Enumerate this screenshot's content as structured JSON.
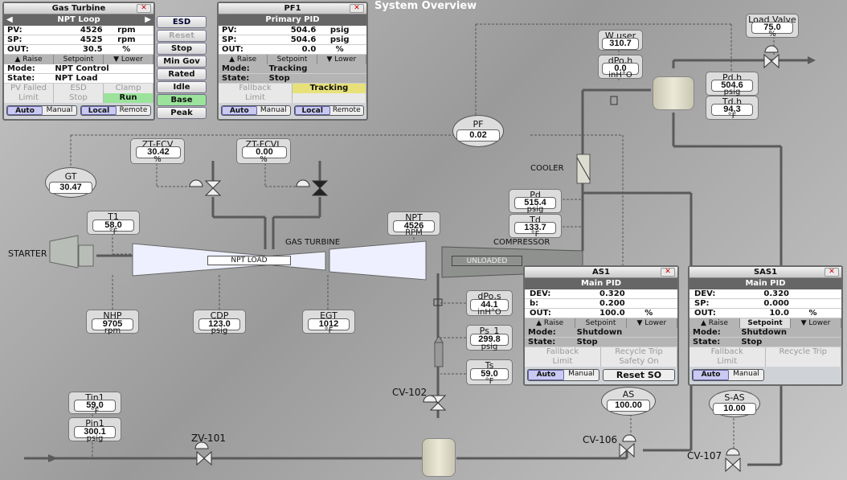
{
  "window_title": "System Overview",
  "gas_turbine_panel": {
    "title": "Gas Turbine",
    "loop": "NPT Loop",
    "pv_label": "PV:",
    "pv": "4526",
    "pv_unit": "rpm",
    "sp_label": "SP:",
    "sp": "4525",
    "sp_unit": "rpm",
    "out_label": "OUT:",
    "out": "30.5",
    "out_unit": "%",
    "raise": "Raise",
    "setpoint": "Setpoint",
    "lower": "Lower",
    "mode_label": "Mode:",
    "mode": "NPT Control",
    "state_label": "State:",
    "state": "NPT Load",
    "pv_failed": "PV Failed",
    "esd": "ESD",
    "clamp": "Clamp",
    "limit": "Limit",
    "stop": "Stop",
    "run": "Run",
    "auto": "Auto",
    "manual": "Manual",
    "local": "Local",
    "remote": "Remote"
  },
  "side_buttons": [
    "ESD",
    "Reset",
    "Stop",
    "Min Gov",
    "Rated",
    "Idle",
    "Base",
    "Peak"
  ],
  "pf1_panel": {
    "title": "PF1",
    "pid": "Primary PID",
    "pv_label": "PV:",
    "pv": "504.6",
    "pv_unit": "psig",
    "sp_label": "SP:",
    "sp": "504.6",
    "sp_unit": "psig",
    "out_label": "OUT:",
    "out": "0.0",
    "out_unit": "%",
    "raise": "Raise",
    "setpoint": "Setpoint",
    "lower": "Lower",
    "mode_label": "Mode:",
    "mode": "Tracking",
    "state_label": "State:",
    "state": "Stop",
    "fallback": "Fallback",
    "tracking": "Tracking",
    "limit": "Limit",
    "auto": "Auto",
    "manual": "Manual",
    "local": "Local",
    "remote": "Remote"
  },
  "as1_panel": {
    "title": "AS1",
    "pid": "Main PID",
    "dev_label": "DEV:",
    "dev": "0.320",
    "b_label": "b:",
    "b": "0.200",
    "out_label": "OUT:",
    "out": "100.0",
    "out_unit": "%",
    "raise": "Raise",
    "setpoint": "Setpoint",
    "lower": "Lower",
    "mode_label": "Mode:",
    "mode": "Shutdown",
    "state_label": "State:",
    "state": "Stop",
    "fallback": "Fallback",
    "recycle_trip": "Recycle Trip",
    "limit": "Limit",
    "safety_on": "Safety On",
    "auto": "Auto",
    "manual": "Manual",
    "reset_so": "Reset SO"
  },
  "sas1_panel": {
    "title": "SAS1",
    "pid": "Main PID",
    "dev_label": "DEV:",
    "dev": "0.320",
    "sp_label": "SP:",
    "sp": "0.000",
    "out_label": "OUT:",
    "out": "10.0",
    "out_unit": "%",
    "raise": "Raise",
    "setpoint": "Setpoint",
    "lower": "Lower",
    "mode_label": "Mode:",
    "mode": "Shutdown",
    "state_label": "State:",
    "state": "Stop",
    "fallback": "Fallback",
    "recycle_trip": "Recycle Trip",
    "limit": "Limit",
    "auto": "Auto",
    "manual": "Manual"
  },
  "instruments": {
    "zt_fcv": {
      "tag": "ZT-FCV",
      "value": "30.42",
      "unit": "%"
    },
    "zt_fcvl": {
      "tag": "ZT-FCVL",
      "value": "0.00",
      "unit": "%"
    },
    "gt": {
      "tag": "GT",
      "value": "30.47"
    },
    "pf": {
      "tag": "PF",
      "value": "0.02"
    },
    "t1": {
      "tag": "T1",
      "value": "58.0",
      "unit": "°F"
    },
    "npt": {
      "tag": "NPT",
      "value": "4526",
      "unit": "RPM"
    },
    "nhp": {
      "tag": "NHP",
      "value": "9705",
      "unit": "rpm"
    },
    "cdp": {
      "tag": "CDP",
      "value": "123.0",
      "unit": "psig"
    },
    "egt": {
      "tag": "EGT",
      "value": "1012",
      "unit": "°F"
    },
    "w_user": {
      "tag": "W user",
      "value": "310.7"
    },
    "dpo_h": {
      "tag": "dPo,h",
      "value": "0.0",
      "unit": "inH°O"
    },
    "load_valve": {
      "tag": "Load Valve",
      "value": "75.0",
      "unit": "%"
    },
    "pd_h": {
      "tag": "Pd,h",
      "value": "504.6",
      "unit": "psig"
    },
    "td_h": {
      "tag": "Td,h",
      "value": "94.3",
      "unit": "°F"
    },
    "pd": {
      "tag": "Pd",
      "value": "515.4",
      "unit": "psig"
    },
    "td": {
      "tag": "Td",
      "value": "133.7",
      "unit": "°F"
    },
    "dpo_s": {
      "tag": "dPo,s",
      "value": "44.1",
      "unit": "inH°O"
    },
    "ps_1": {
      "tag": "Ps_1",
      "value": "299.8",
      "unit": "psig"
    },
    "ts": {
      "tag": "Ts",
      "value": "59.0",
      "unit": "°F"
    },
    "as": {
      "tag": "AS",
      "value": "100.00"
    },
    "s_as": {
      "tag": "S-AS",
      "value": "10.00"
    },
    "tin1": {
      "tag": "Tin1",
      "value": "59.0",
      "unit": "°F"
    },
    "pin1": {
      "tag": "Pin1",
      "value": "300.1",
      "unit": "psig"
    }
  },
  "labels": {
    "starter": "STARTER",
    "gas_turbine": "GAS TURBINE",
    "npt_load": "NPT LOAD",
    "compressor": "COMPRESSOR",
    "unloaded": "UNLOADED",
    "cooler": "COOLER",
    "cv102": "CV-102",
    "cv106": "CV-106",
    "cv107": "CV-107",
    "zv101": "ZV-101"
  }
}
